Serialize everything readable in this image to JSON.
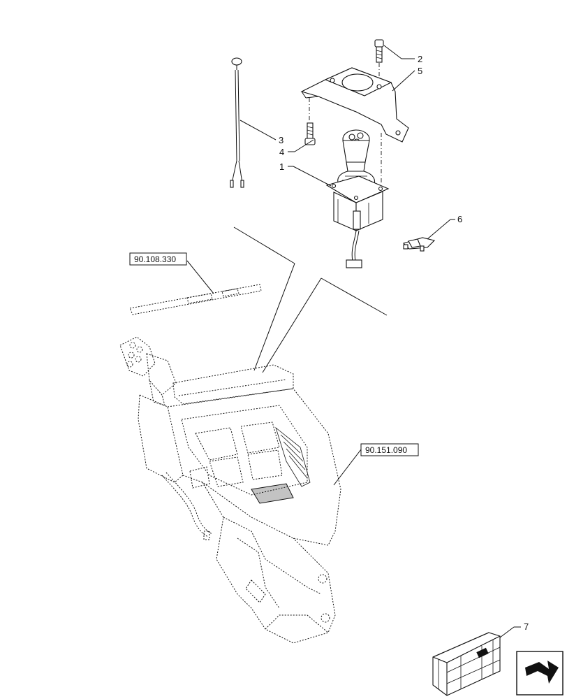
{
  "callouts": {
    "c1": "1",
    "c2": "2",
    "c3": "3",
    "c4": "4",
    "c5": "5",
    "c6": "6",
    "c7": "7"
  },
  "references": {
    "ref_a": "90.108.330",
    "ref_b": "90.151.090"
  },
  "icons": {
    "navigation": "next-page-arrow-icon",
    "kit": "crate-icon"
  }
}
